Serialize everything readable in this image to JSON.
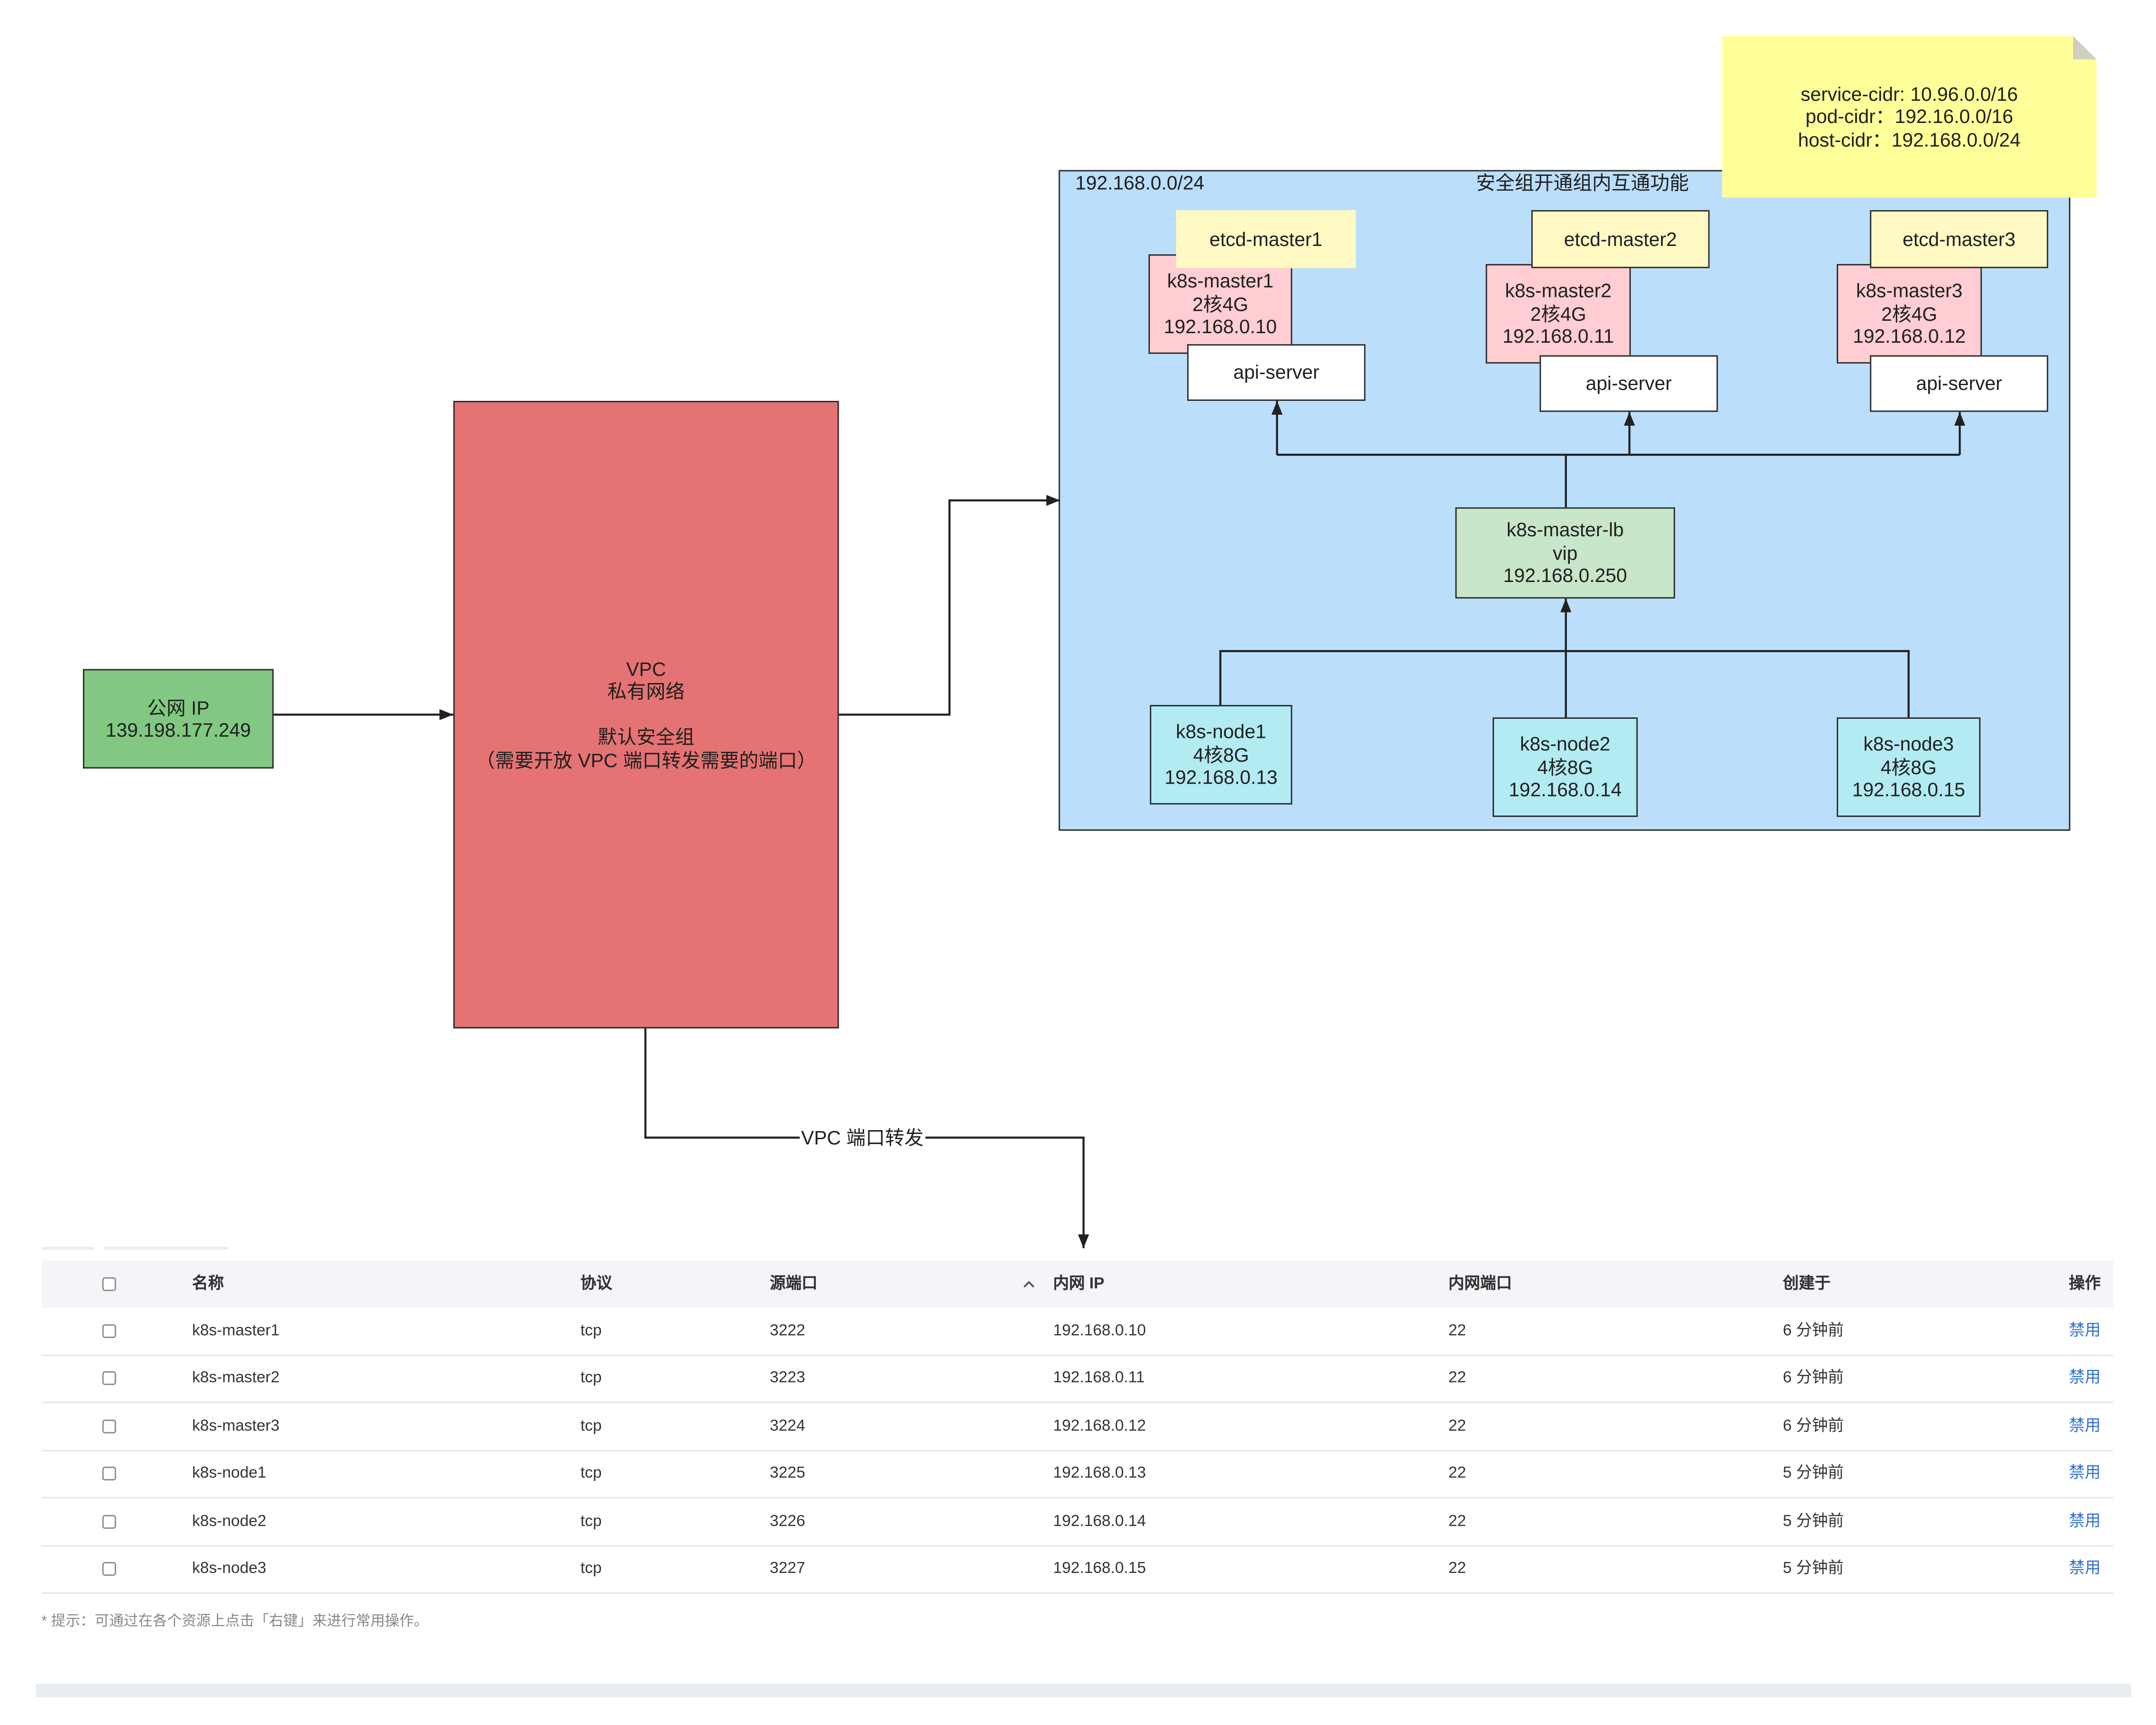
{
  "diagram": {
    "public_ip": {
      "label": "公网 IP",
      "ip": "139.198.177.249"
    },
    "vpc": {
      "title": "VPC",
      "subtitle": "私有网络",
      "security_group": "默认安全组",
      "note": "（需要开放 VPC 端口转发需要的端口）"
    },
    "subnet": {
      "cidr": "192.168.0.0/24",
      "security_note": "安全组开通组内互通功能"
    },
    "cidr_note": {
      "lines": [
        "service-cidr: 10.96.0.0/16",
        "pod-cidr：192.16.0.0/16",
        "host-cidr：192.168.0.0/24"
      ]
    },
    "masters": [
      {
        "name": "k8s-master1",
        "spec": "2核4G",
        "ip": "192.168.0.10",
        "etcd": "etcd-master1",
        "api": "api-server"
      },
      {
        "name": "k8s-master2",
        "spec": "2核4G",
        "ip": "192.168.0.11",
        "etcd": "etcd-master2",
        "api": "api-server"
      },
      {
        "name": "k8s-master3",
        "spec": "2核4G",
        "ip": "192.168.0.12",
        "etcd": "etcd-master3",
        "api": "api-server"
      }
    ],
    "load_balancer": {
      "name": "k8s-master-lb",
      "vip_label": "vip",
      "ip": "192.168.0.250"
    },
    "nodes": [
      {
        "name": "k8s-node1",
        "spec": "4核8G",
        "ip": "192.168.0.13"
      },
      {
        "name": "k8s-node2",
        "spec": "4核8G",
        "ip": "192.168.0.14"
      },
      {
        "name": "k8s-node3",
        "spec": "4核8G",
        "ip": "192.168.0.15"
      }
    ],
    "edge_labels": {
      "port_forward": "VPC 端口转发"
    }
  },
  "port_forward_table": {
    "columns": {
      "name": "名称",
      "protocol": "协议",
      "source_port": "源端口",
      "internal_ip": "内网 IP",
      "internal_port": "内网端口",
      "created": "创建于",
      "actions": "操作"
    },
    "rows": [
      {
        "name": "k8s-master1",
        "protocol": "tcp",
        "source_port": "3222",
        "internal_ip": "192.168.0.10",
        "internal_port": "22",
        "created": "6 分钟前",
        "action": "禁用"
      },
      {
        "name": "k8s-master2",
        "protocol": "tcp",
        "source_port": "3223",
        "internal_ip": "192.168.0.11",
        "internal_port": "22",
        "created": "6 分钟前",
        "action": "禁用"
      },
      {
        "name": "k8s-master3",
        "protocol": "tcp",
        "source_port": "3224",
        "internal_ip": "192.168.0.12",
        "internal_port": "22",
        "created": "6 分钟前",
        "action": "禁用"
      },
      {
        "name": "k8s-node1",
        "protocol": "tcp",
        "source_port": "3225",
        "internal_ip": "192.168.0.13",
        "internal_port": "22",
        "created": "5 分钟前",
        "action": "禁用"
      },
      {
        "name": "k8s-node2",
        "protocol": "tcp",
        "source_port": "3226",
        "internal_ip": "192.168.0.14",
        "internal_port": "22",
        "created": "5 分钟前",
        "action": "禁用"
      },
      {
        "name": "k8s-node3",
        "protocol": "tcp",
        "source_port": "3227",
        "internal_ip": "192.168.0.15",
        "internal_port": "22",
        "created": "5 分钟前",
        "action": "禁用"
      }
    ],
    "hint": "* 提示：可通过在各个资源上点击「右键」来进行常用操作。"
  },
  "icons": {
    "checkbox": "checkbox-icon",
    "sort": "sort-asc-icon"
  },
  "colors": {
    "public_ip_fill": "#82c882",
    "vpc_fill": "#e57373",
    "subnet_fill": "#bbdefb",
    "note_fill": "#ffff99",
    "master_fill": "#ffcdd2",
    "etcd_fill": "#fff9c4",
    "lb_fill": "#c8e6c9",
    "node_fill": "#b2ebf2",
    "link": "#2f6fd1"
  }
}
